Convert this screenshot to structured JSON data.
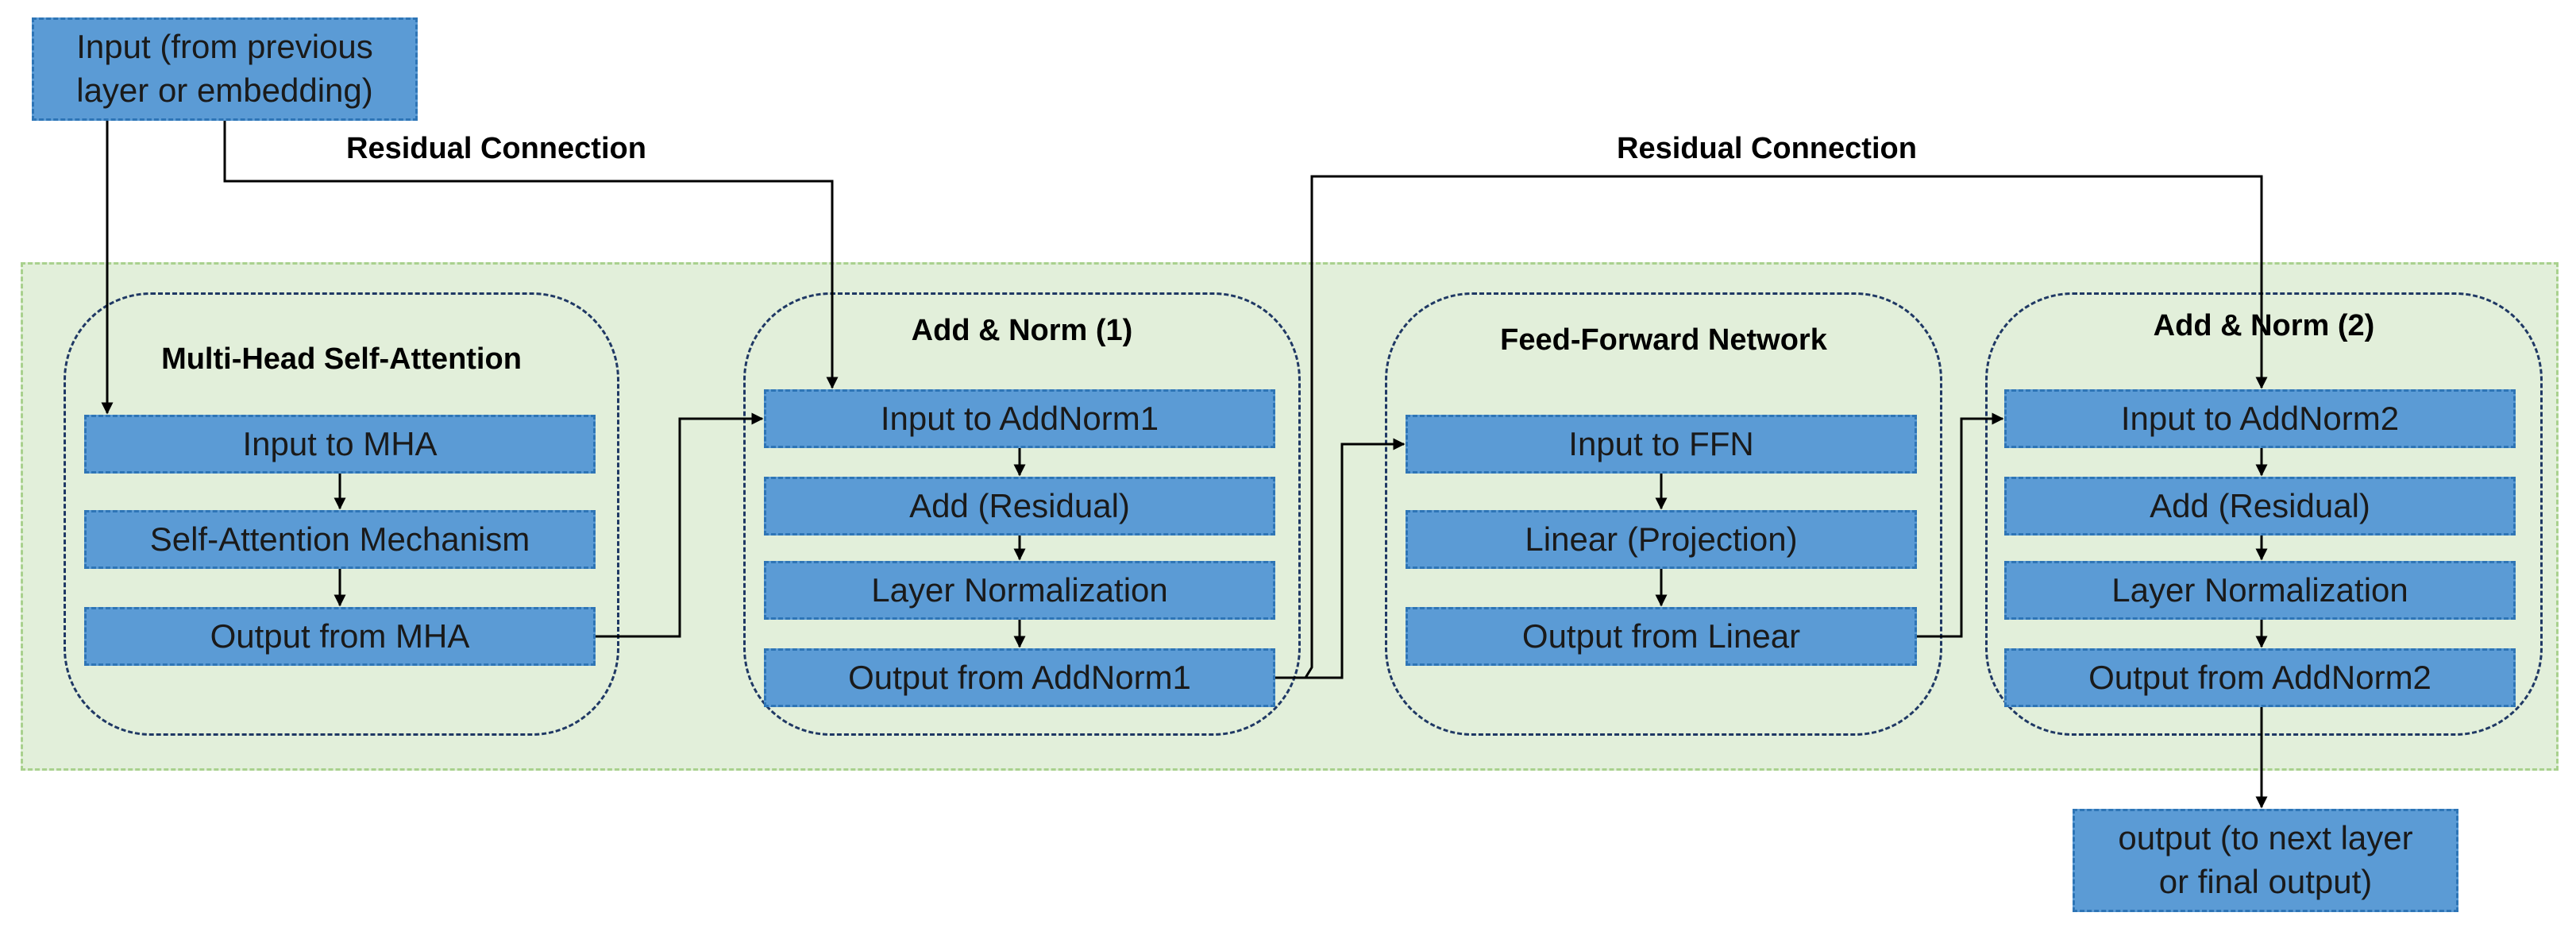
{
  "input_node": "Input (from previous\nlayer or embedding)",
  "output_node": "output (to next layer\nor final output)",
  "residual_labels": [
    "Residual Connection",
    "Residual Connection"
  ],
  "groups": [
    {
      "title": "Multi-Head Self-Attention",
      "boxes": [
        "Input to MHA",
        "Self-Attention Mechanism",
        "Output from MHA"
      ]
    },
    {
      "title": "Add & Norm (1)",
      "boxes": [
        "Input to AddNorm1",
        "Add (Residual)",
        "Layer Normalization",
        "Output from AddNorm1"
      ]
    },
    {
      "title": "Feed-Forward Network",
      "boxes": [
        "Input to FFN",
        "Linear (Projection)",
        "Output from Linear"
      ]
    },
    {
      "title": "Add & Norm (2)",
      "boxes": [
        "Input to AddNorm2",
        "Add (Residual)",
        "Layer Normalization",
        "Output from AddNorm2"
      ]
    }
  ],
  "colors": {
    "box_fill": "#5b9bd5",
    "box_border": "#2e75b6",
    "group_border": "#1f3864",
    "background_fill": "#e2efda",
    "background_border": "#a9d18e"
  }
}
